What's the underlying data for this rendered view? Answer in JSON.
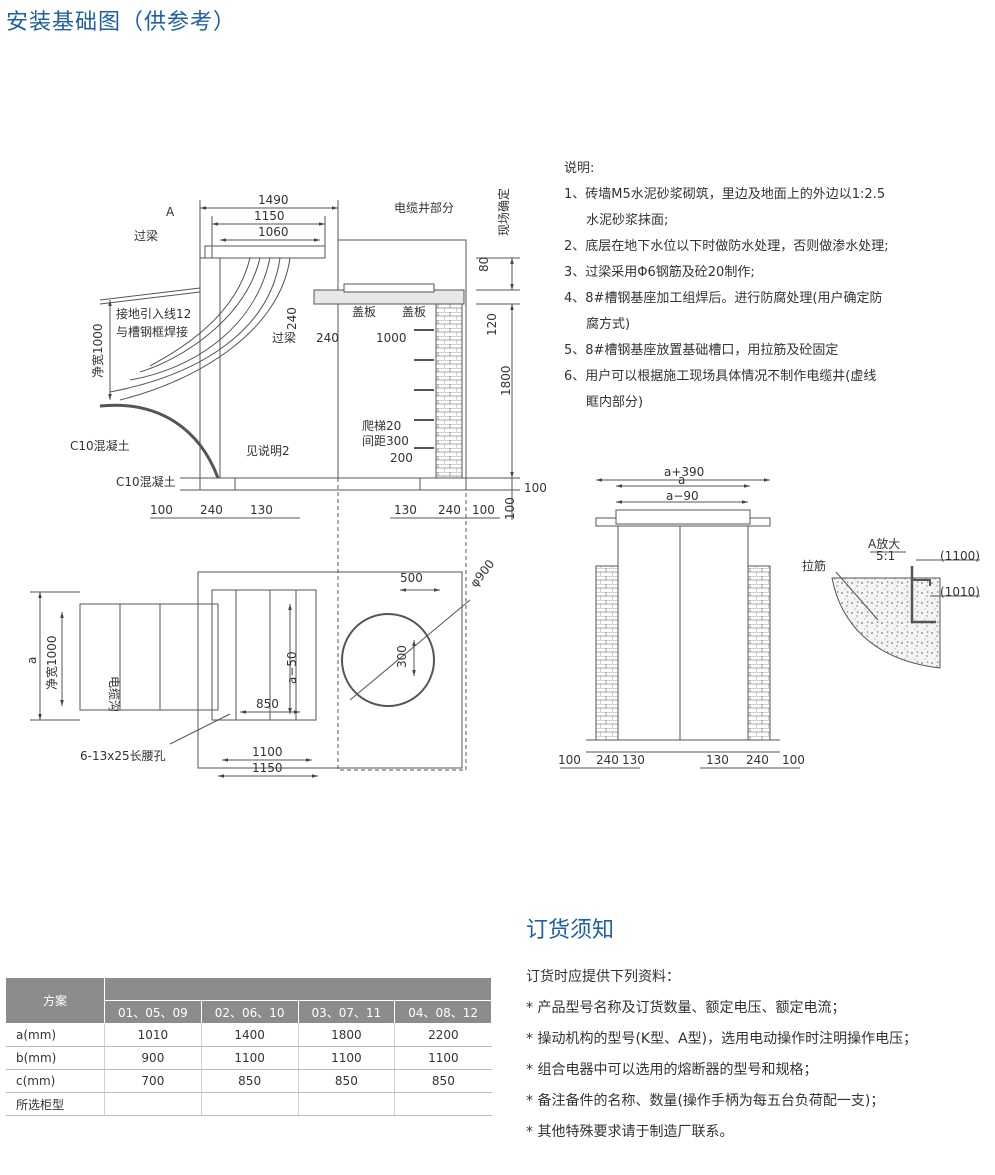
{
  "page": {
    "title": "安装基础图（供参考）"
  },
  "labels": {
    "cable_well_part": "电缆井部分",
    "site_determine": "现场确定",
    "cover": "盖板",
    "beam": "过梁",
    "ground_wire": "接地引入线12",
    "weld": "与槽钢框焊接",
    "net_width_1000": "净宽1000",
    "c10_concrete": "C10混凝土",
    "c10_concrete_2": "C10混凝土",
    "see_note_2": "见说明2",
    "ladder": "爬梯20",
    "spacing": "间距300",
    "cable_trench": "电缆沟",
    "slot_holes": "6-13x25长腰孔",
    "a": "a",
    "a_detail": "A",
    "a_enlarge": "A放大",
    "scale": "5:1",
    "tie_bar": "拉筋",
    "dim_1100p": "(1100)",
    "dim_1010p": "(1010)",
    "a_plus_390": "a+390",
    "a_minus_90": "a−90",
    "a_minus_50": "a−50",
    "phi_900": "φ900"
  },
  "dims": {
    "d1490": "1490",
    "d1150": "1150",
    "d1060": "1060",
    "d80": "80",
    "d240": "240",
    "d120": "120",
    "d1000": "1000",
    "d1800": "1800",
    "d100": "100",
    "d130": "130",
    "d200": "200",
    "d500": "500",
    "d300": "300",
    "d850": "850",
    "d1100": "1100"
  },
  "notes": {
    "title": "说明:",
    "items": [
      "1、砖墙M5水泥砂浆砌筑，里边及地面上的外边以1:2.5",
      "水泥砂浆抹面;",
      "2、底层在地下水位以下时做防水处理，否则做渗水处理;",
      "3、过梁采用Φ6钢筋及砼20制作;",
      "4、8#槽钢基座加工组焊后。进行防腐处理(用户确定防",
      "腐方式)",
      "5、8#槽钢基座放置基础槽口，用拉筋及砼固定",
      "6、用户可以根据施工现场具体情况不制作电缆井(虚线",
      "眶内部分)"
    ]
  },
  "order": {
    "title": "订货须知",
    "intro": "订货时应提供下列资料：",
    "items": [
      "* 产品型号名称及订货数量、额定电压、额定电流；",
      "* 操动机构的型号(K型、A型)，选用电动操作时注明操作电压；",
      "* 组合电器中可以选用的熔断器的型号和规格；",
      "* 备注备件的名称、数量(操作手柄为每五台负荷配一支)；",
      "* 其他特殊要求请于制造厂联系。"
    ]
  },
  "table": {
    "header": "方案",
    "columns": [
      "01、05、09",
      "02、06、10",
      "03、07、11",
      "04、08、12"
    ],
    "rows": [
      {
        "label": "a(mm)",
        "values": [
          "1010",
          "1400",
          "1800",
          "2200"
        ]
      },
      {
        "label": "b(mm)",
        "values": [
          "900",
          "1100",
          "1100",
          "1100"
        ]
      },
      {
        "label": "c(mm)",
        "values": [
          "700",
          "850",
          "850",
          "850"
        ]
      },
      {
        "label": "所选柜型",
        "values": [
          "",
          "",
          "",
          ""
        ]
      }
    ]
  },
  "colors": {
    "title_blue": "#1f5fa8",
    "line": "#555555",
    "brick": "#b0b0b0",
    "header_gray": "#8c8c8c"
  }
}
